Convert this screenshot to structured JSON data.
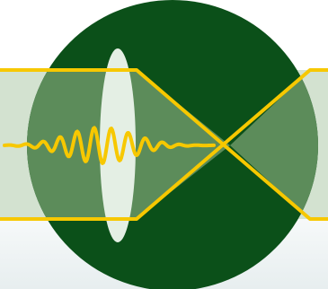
{
  "graphic": {
    "colors": {
      "circle": "#0b5019",
      "beam_band": "#d3e2d0",
      "beam_inside_circle": "#5c8c5a",
      "lens_outline": "#e4efe4",
      "beam_lines": "#f7c800",
      "wave": "#f7c800",
      "background_top": "#ffffff",
      "background_bottom": "#e7eeef"
    },
    "elements": [
      "dark-green-circle",
      "light-beam",
      "lens",
      "focusing-lines",
      "light-wave"
    ]
  }
}
